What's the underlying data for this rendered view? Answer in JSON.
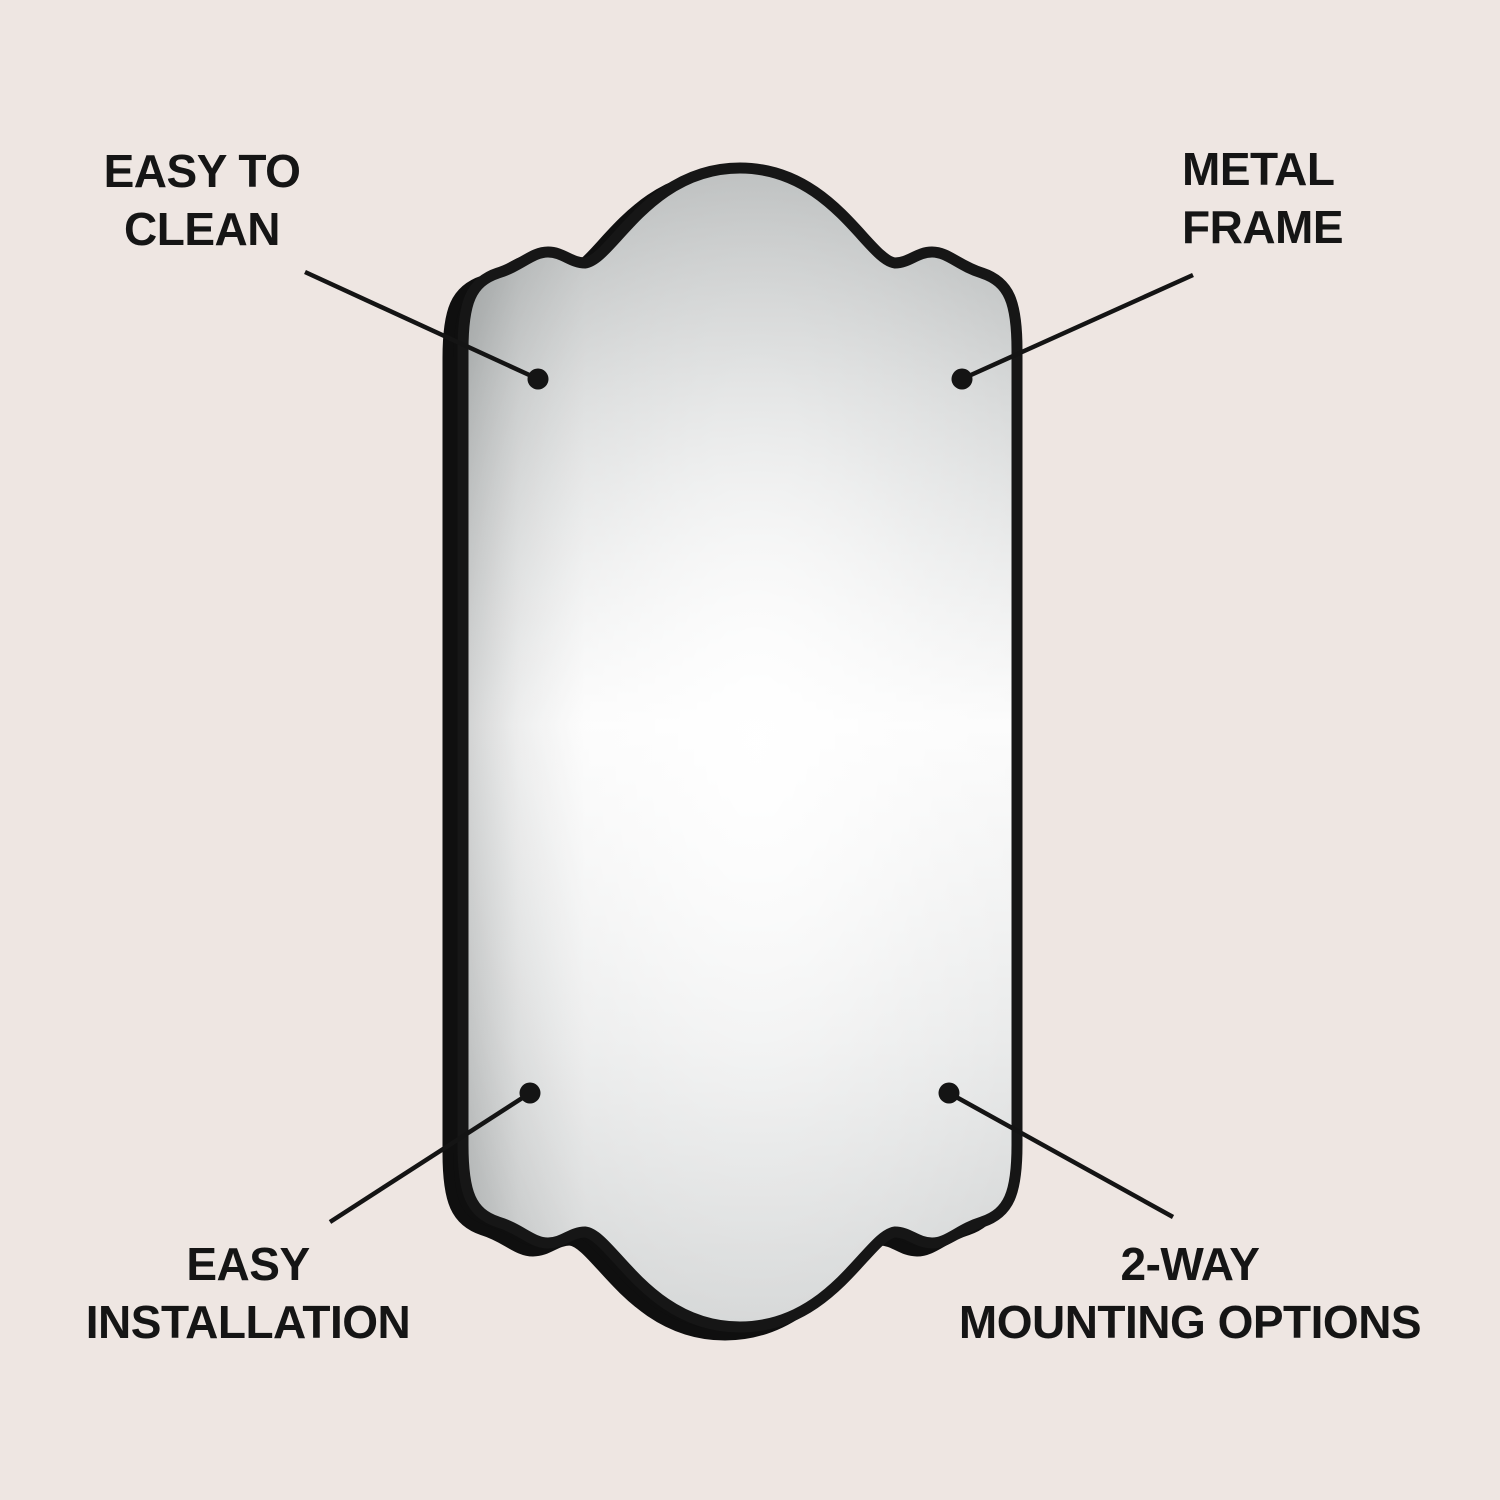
{
  "figure": {
    "subject": "Scalloped arch wall mirror with black metal frame"
  },
  "colors": {
    "background": "#eee6e2",
    "text": "#151515",
    "leader_line": "#141414",
    "frame": "#161616",
    "glass_light": "#fbfbfb",
    "glass_dark": "#b3b6b6"
  },
  "callouts": {
    "top_left": {
      "line1": "EASY TO",
      "line2": "CLEAN"
    },
    "top_right": {
      "line1": "METAL",
      "line2": "FRAME"
    },
    "bottom_left": {
      "line1": "EASY",
      "line2": "INSTALLATION"
    },
    "bottom_right": {
      "line1": "2-WAY",
      "line2": "MOUNTING OPTIONS"
    }
  }
}
